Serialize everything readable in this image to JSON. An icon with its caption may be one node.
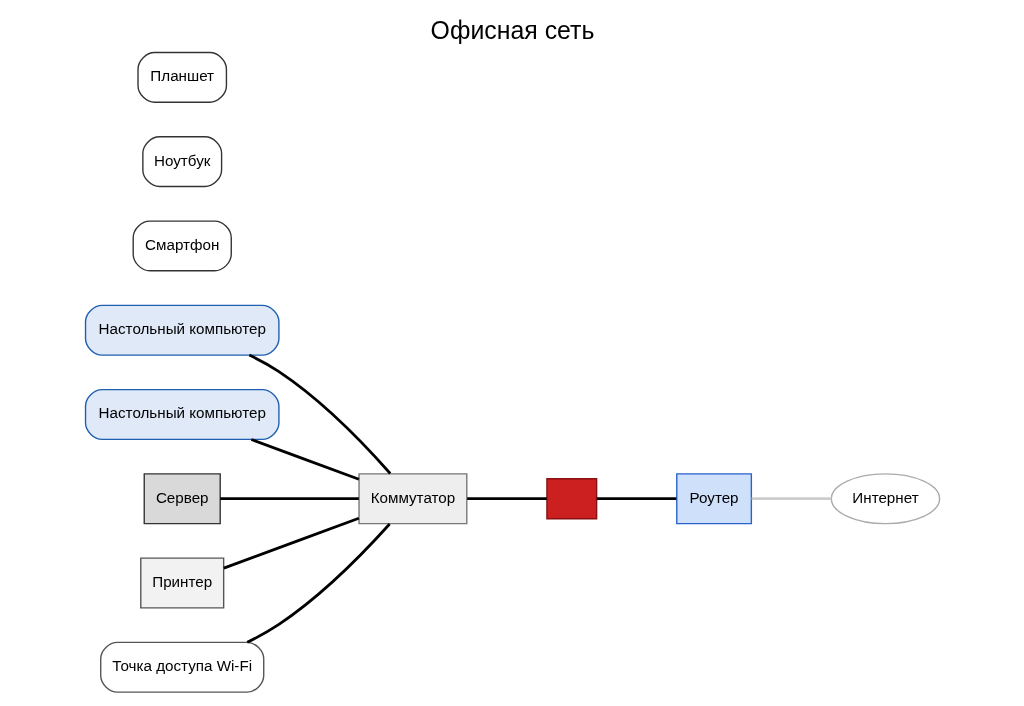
{
  "diagram": {
    "title": "Офисная сеть",
    "nodes": [
      {
        "text": [
          "Настольный компьютер"
        ]
      },
      {
        "text": [
          "Настольный компьютер"
        ]
      },
      {
        "text": [
          "Сервер"
        ]
      },
      {
        "text": [
          "Принтер"
        ]
      },
      {
        "text": [
          "Точка доступа Wi-Fi"
        ]
      },
      {
        "text": [
          "Коммутатор"
        ]
      },
      {
        "text": [],
        "shape": "box"
      },
      {
        "text": [
          "Роутер"
        ]
      },
      {
        "text": [
          "Интернет"
        ]
      },
      {
        "text": [
          "Смартфон"
        ]
      },
      {
        "text": [
          "Ноутбук"
        ]
      },
      {
        "text": [
          "Планшет"
        ]
      }
    ],
    "edges": [
      {
        "from": 0,
        "to": 5,
        "arrow": "none"
      },
      {
        "from": 1,
        "to": 5,
        "arrow": "none"
      },
      {
        "from": 2,
        "to": 5,
        "arrow": "none"
      },
      {
        "from": 3,
        "to": 5,
        "arrow": "none"
      },
      {
        "from": 4,
        "to": 5,
        "arrow": "none"
      },
      {
        "from": 5,
        "to": 6,
        "arrow": "none"
      },
      {
        "from": 6,
        "to": 7,
        "arrow": "none"
      },
      {
        "from": 7,
        "to": 8,
        "arrow": "none",
        "color": "#cccccc"
      }
    ]
  }
}
